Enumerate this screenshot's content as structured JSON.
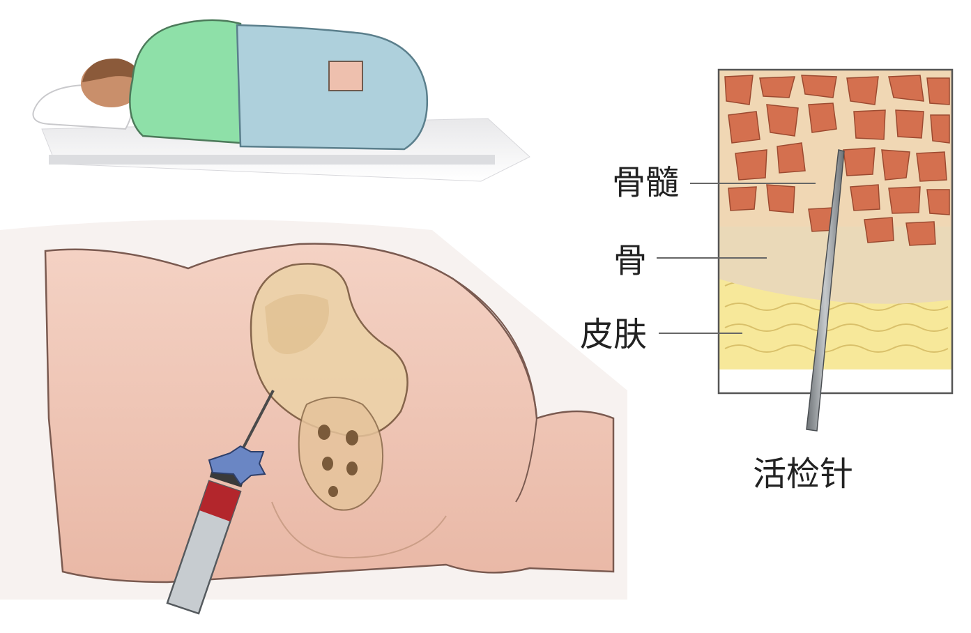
{
  "labels": {
    "marrow": "骨髓",
    "bone": "骨",
    "skin": "皮肤",
    "biopsy_needle": "活检针"
  },
  "colors": {
    "skin_tone": "#eec6b6",
    "gown_green": "#8ee0a8",
    "sheet_blue": "#aed0dc",
    "marrow_red": "#d4704f",
    "bone_beige": "#ead9b8",
    "fat_yellow": "#f7e89a",
    "blood_red": "#b3262c",
    "needle_gray": "#8a8e92"
  }
}
